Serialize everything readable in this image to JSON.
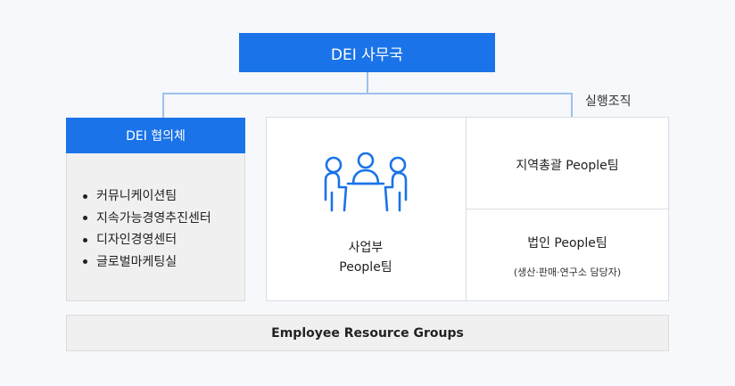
{
  "top": {
    "title": "DEI 사무국"
  },
  "exec_label": "실행조직",
  "council": {
    "title": "DEI 협의체",
    "items": [
      "커뮤니케이션팀",
      "지속가능경영추진센터",
      "디자인경영센터",
      "글로벌마케팅실"
    ]
  },
  "people": {
    "business": {
      "line1": "사업부",
      "line2": "People팀"
    },
    "regional": {
      "label": "지역총괄 People팀"
    },
    "corporate": {
      "label": "법인 People팀",
      "sub": "(생산·판매·연구소 담당자)"
    }
  },
  "erg": {
    "label": "Employee Resource Groups"
  },
  "colors": {
    "primary": "#1a73e8",
    "connector": "#9cc1ee"
  },
  "icons": {
    "meeting": "meeting-icon"
  }
}
